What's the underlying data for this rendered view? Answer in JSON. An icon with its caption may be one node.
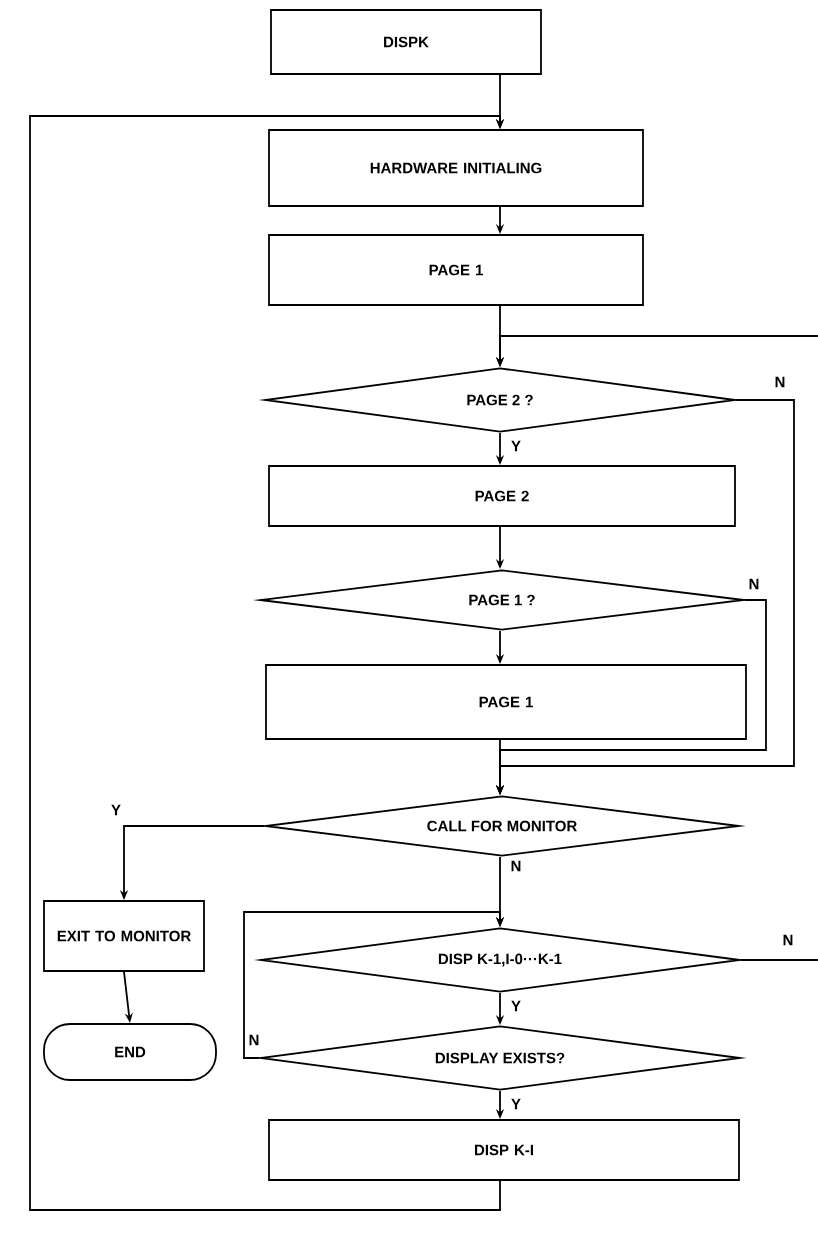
{
  "diagram": {
    "nodes": [
      {
        "text": [
          "DISPK"
        ]
      },
      {
        "text": [
          "HARDWARE INITIALING"
        ]
      },
      {
        "text": [
          "PAGE 1"
        ]
      },
      {
        "text": [
          "PAGE 2 ?"
        ]
      },
      {
        "text": [
          "PAGE 2"
        ]
      },
      {
        "text": [
          "PAGE 1 ?"
        ]
      },
      {
        "text": [
          "PAGE 1"
        ]
      },
      {
        "text": [
          "CALL FOR MONITOR"
        ]
      },
      {
        "text": [
          "EXIT TO MONITOR"
        ]
      },
      {
        "text": [
          "END"
        ]
      },
      {
        "text": [
          "DISP K-1,I-0···K-1"
        ]
      },
      {
        "text": [
          "DISPLAY EXISTS?"
        ]
      },
      {
        "text": [
          "DISP K-I"
        ]
      }
    ],
    "edges": [
      {
        "from": 0,
        "to": 1,
        "arrow": "to"
      },
      {
        "from": 1,
        "to": 2,
        "arrow": "to"
      },
      {
        "from": 2,
        "to": 3,
        "arrow": "to"
      },
      {
        "from": 3,
        "to": 4,
        "arrow": "to",
        "label": "Y"
      },
      {
        "from": 4,
        "to": 5,
        "arrow": "to"
      },
      {
        "from": 5,
        "to": 6,
        "arrow": "to"
      },
      {
        "from": 6,
        "to": 7,
        "arrow": "to"
      },
      {
        "from": 5,
        "to": 7,
        "arrow": "to",
        "label": "N"
      },
      {
        "from": 3,
        "to": 7,
        "arrow": "to",
        "label": "N"
      },
      {
        "from": 7,
        "to": 8,
        "arrow": "to",
        "label": "Y"
      },
      {
        "from": 8,
        "to": 9,
        "arrow": "to"
      },
      {
        "from": 7,
        "to": 10,
        "arrow": "to",
        "label": "N"
      },
      {
        "from": 10,
        "to": 11,
        "arrow": "to",
        "label": "Y"
      },
      {
        "from": 11,
        "to": 12,
        "arrow": "to",
        "label": "Y"
      },
      {
        "from": 11,
        "to": 10,
        "arrow": "to",
        "label": "N"
      },
      {
        "from": 12,
        "to": 1,
        "arrow": "to"
      },
      {
        "from": 10,
        "to": null,
        "arrow": "none",
        "label": "N"
      },
      {
        "from": null,
        "to": 3,
        "arrow": "to"
      }
    ]
  }
}
